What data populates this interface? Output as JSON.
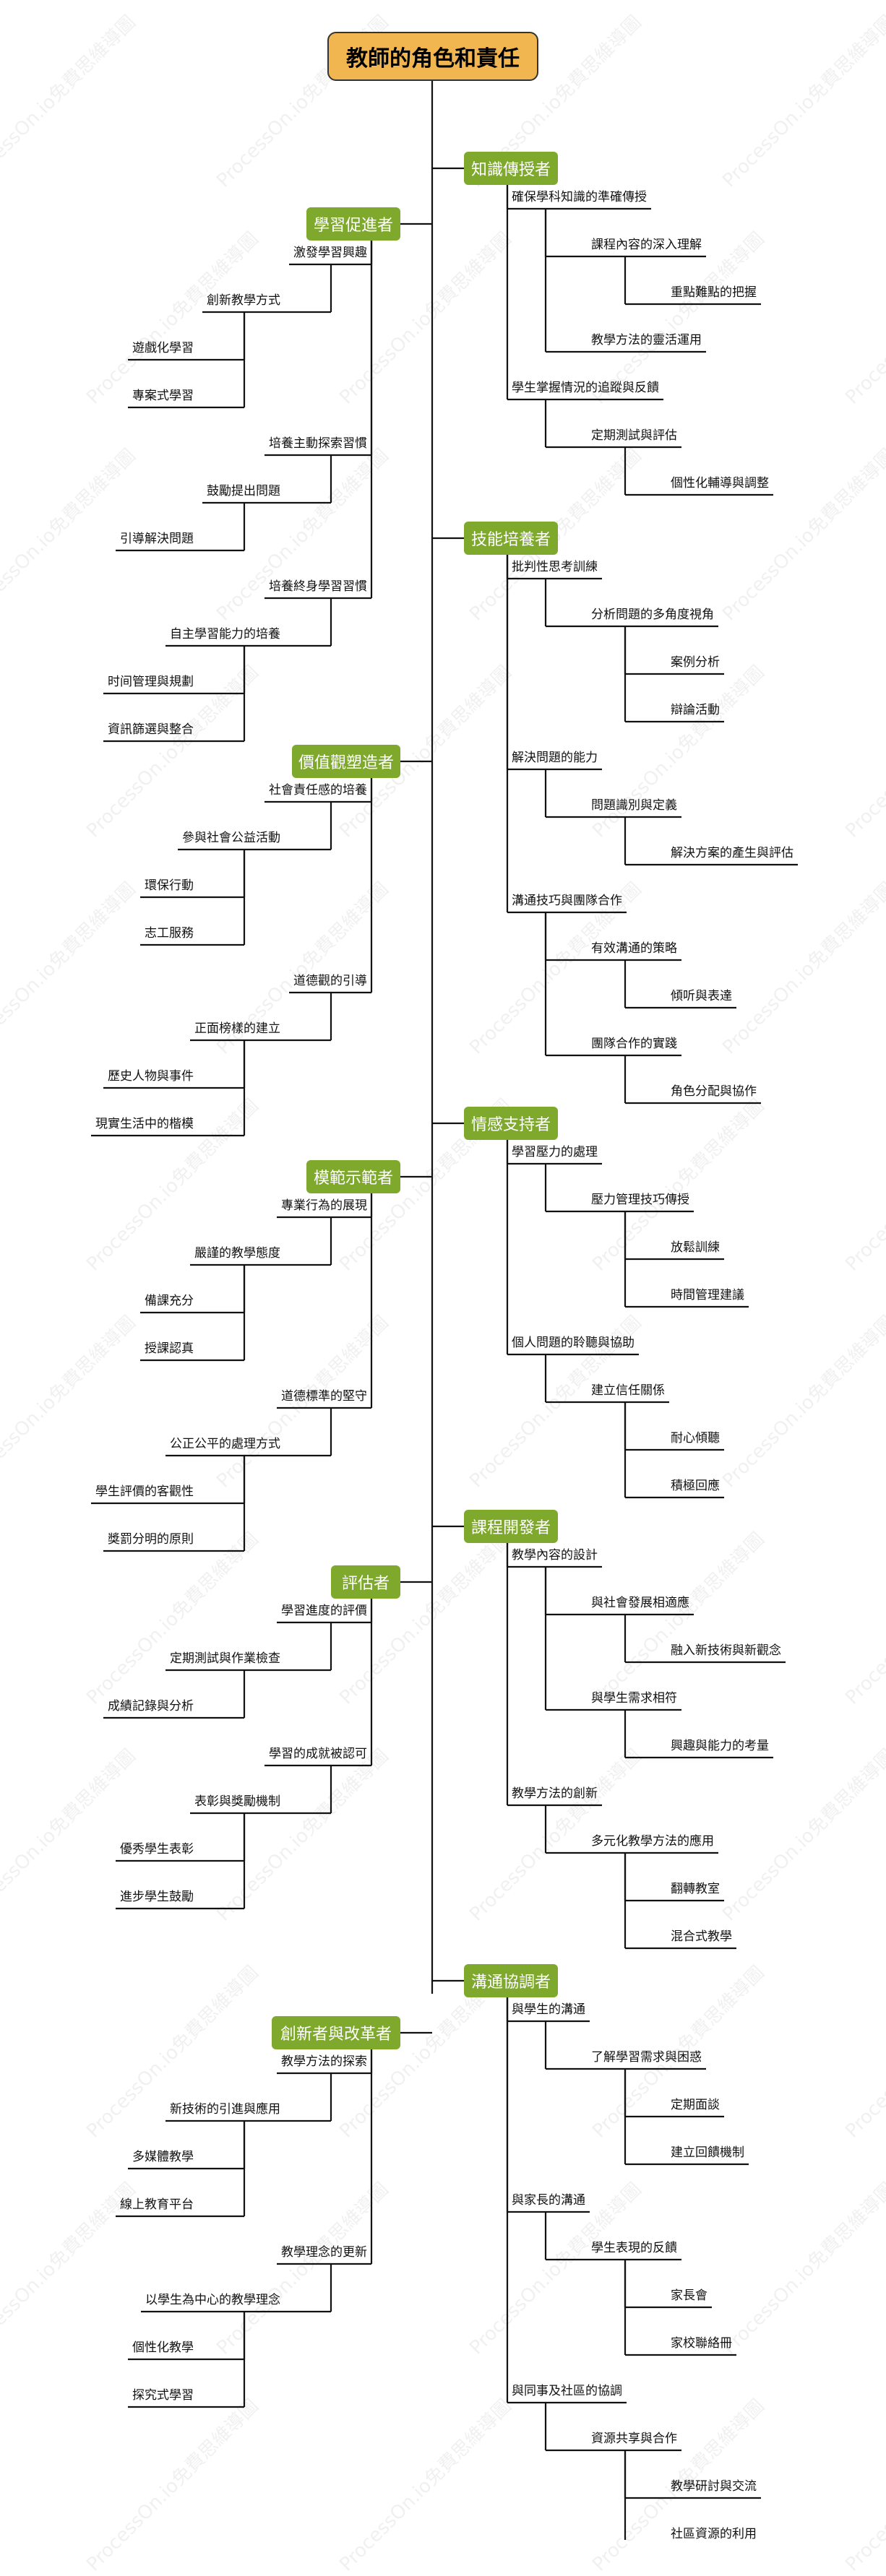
{
  "root": "教師的角色和責任",
  "watermark_text": "ProcessOn.io免費思維導圖",
  "branches": [
    {
      "label": "知識傳授者",
      "side": "right",
      "children": [
        {
          "label": "確保學科知識的準確傳授",
          "children": [
            {
              "label": "課程內容的深入理解",
              "children": [
                {
                  "label": "重點難點的把握"
                }
              ]
            },
            {
              "label": "教學方法的靈活運用"
            }
          ]
        },
        {
          "label": "學生掌握情況的追蹤與反饋",
          "children": [
            {
              "label": "定期測試與評估",
              "children": [
                {
                  "label": "個性化輔導與調整"
                }
              ]
            }
          ]
        }
      ]
    },
    {
      "label": "學習促進者",
      "side": "left",
      "children": [
        {
          "label": "激發學習興趣",
          "children": [
            {
              "label": "創新教學方式",
              "children": [
                {
                  "label": "遊戲化學習"
                },
                {
                  "label": "專案式學習"
                }
              ]
            }
          ]
        },
        {
          "label": "培養主動探索習慣",
          "children": [
            {
              "label": "鼓勵提出問題",
              "children": [
                {
                  "label": "引導解決問題"
                }
              ]
            }
          ]
        },
        {
          "label": "培養終身學習習慣",
          "children": [
            {
              "label": "自主學習能力的培養",
              "children": [
                {
                  "label": "时间管理與規劃"
                },
                {
                  "label": "資訊篩選與整合"
                }
              ]
            }
          ]
        }
      ]
    },
    {
      "label": "技能培養者",
      "side": "right",
      "children": [
        {
          "label": "批判性思考訓練",
          "children": [
            {
              "label": "分析問題的多角度視角",
              "children": [
                {
                  "label": "案例分析"
                },
                {
                  "label": "辯論活動"
                }
              ]
            }
          ]
        },
        {
          "label": "解決問題的能力",
          "children": [
            {
              "label": "問題識別與定義",
              "children": [
                {
                  "label": "解決方案的產生與評估"
                }
              ]
            }
          ]
        },
        {
          "label": "溝通技巧與團隊合作",
          "children": [
            {
              "label": "有效溝通的策略",
              "children": [
                {
                  "label": "傾听與表達"
                }
              ]
            },
            {
              "label": "團隊合作的實踐",
              "children": [
                {
                  "label": "角色分配與協作"
                }
              ]
            }
          ]
        }
      ]
    },
    {
      "label": "價值觀塑造者",
      "side": "left",
      "children": [
        {
          "label": "社會責任感的培養",
          "children": [
            {
              "label": "參與社會公益活動",
              "children": [
                {
                  "label": "環保行動"
                },
                {
                  "label": "志工服務"
                }
              ]
            }
          ]
        },
        {
          "label": "道德觀的引導",
          "children": [
            {
              "label": "正面榜樣的建立",
              "children": [
                {
                  "label": "歷史人物與事件"
                },
                {
                  "label": "現實生活中的楷模"
                }
              ]
            }
          ]
        }
      ]
    },
    {
      "label": "情感支持者",
      "side": "right",
      "children": [
        {
          "label": "學習壓力的處理",
          "children": [
            {
              "label": "壓力管理技巧傳授",
              "children": [
                {
                  "label": "放鬆訓練"
                },
                {
                  "label": "時間管理建議"
                }
              ]
            }
          ]
        },
        {
          "label": "個人問題的聆聽與協助",
          "children": [
            {
              "label": "建立信任關係",
              "children": [
                {
                  "label": "耐心傾聽"
                },
                {
                  "label": "積極回應"
                }
              ]
            }
          ]
        }
      ]
    },
    {
      "label": "模範示範者",
      "side": "left",
      "children": [
        {
          "label": "專業行為的展現",
          "children": [
            {
              "label": "嚴謹的教學態度",
              "children": [
                {
                  "label": "備課充分"
                },
                {
                  "label": "授課認真"
                }
              ]
            }
          ]
        },
        {
          "label": "道德標準的堅守",
          "children": [
            {
              "label": "公正公平的處理方式",
              "children": [
                {
                  "label": "學生評價的客觀性"
                },
                {
                  "label": "獎罰分明的原則"
                }
              ]
            }
          ]
        }
      ]
    },
    {
      "label": "課程開發者",
      "side": "right",
      "children": [
        {
          "label": "教學內容的設計",
          "children": [
            {
              "label": "與社會發展相適應",
              "children": [
                {
                  "label": "融入新技術與新觀念"
                }
              ]
            },
            {
              "label": "與學生需求相符",
              "children": [
                {
                  "label": "興趣與能力的考量"
                }
              ]
            }
          ]
        },
        {
          "label": "教學方法的創新",
          "children": [
            {
              "label": "多元化教學方法的應用",
              "children": [
                {
                  "label": "翻轉教室"
                },
                {
                  "label": "混合式教學"
                }
              ]
            }
          ]
        }
      ]
    },
    {
      "label": "評估者",
      "side": "left",
      "children": [
        {
          "label": "學習進度的評價",
          "children": [
            {
              "label": "定期測試與作業檢查",
              "children": [
                {
                  "label": "成績記錄與分析"
                }
              ]
            }
          ]
        },
        {
          "label": "學習的成就被認可",
          "children": [
            {
              "label": "表彰與獎勵機制",
              "children": [
                {
                  "label": "優秀學生表彰"
                },
                {
                  "label": "進步學生鼓勵"
                }
              ]
            }
          ]
        }
      ]
    },
    {
      "label": "溝通協調者",
      "side": "right",
      "children": [
        {
          "label": "與學生的溝通",
          "children": [
            {
              "label": "了解學習需求與困惑",
              "children": [
                {
                  "label": "定期面談"
                },
                {
                  "label": "建立回饋機制"
                }
              ]
            }
          ]
        },
        {
          "label": "與家長的溝通",
          "children": [
            {
              "label": "學生表現的反饋",
              "children": [
                {
                  "label": "家長會"
                },
                {
                  "label": "家校聯絡冊"
                }
              ]
            }
          ]
        },
        {
          "label": "與同事及社區的協調",
          "children": [
            {
              "label": "資源共享與合作",
              "children": [
                {
                  "label": "教學研討與交流"
                },
                {
                  "label": "社區資源的利用"
                }
              ]
            }
          ]
        }
      ]
    },
    {
      "label": "創新者與改革者",
      "side": "left",
      "children": [
        {
          "label": "教學方法的探索",
          "children": [
            {
              "label": "新技術的引進與應用",
              "children": [
                {
                  "label": "多媒體教學"
                },
                {
                  "label": "線上教育平台"
                }
              ]
            }
          ]
        },
        {
          "label": "教學理念的更新",
          "children": [
            {
              "label": "以學生為中心的教學理念",
              "children": [
                {
                  "label": "個性化教學"
                },
                {
                  "label": "探究式學習"
                }
              ]
            }
          ]
        }
      ]
    }
  ]
}
